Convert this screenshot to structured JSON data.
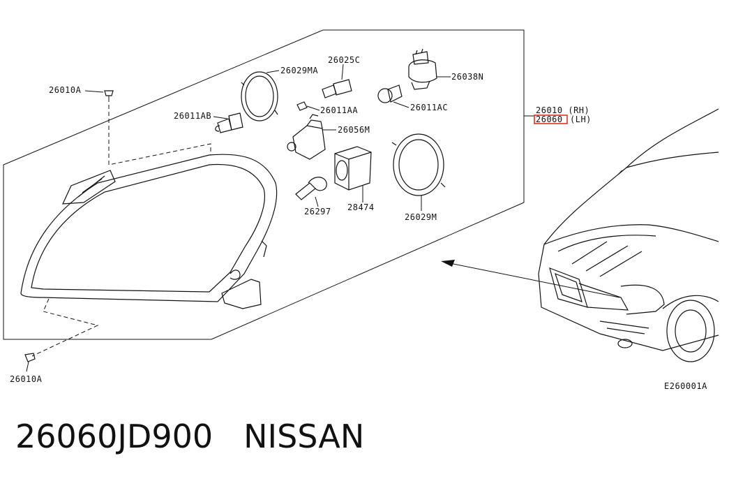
{
  "labels": {
    "bolt_top": "26010A",
    "bolt_bottom": "26010A",
    "bulb_ab": "26011AB",
    "ring_ma": "26029MA",
    "socket_c": "26025C",
    "bulb_aa": "26011AA",
    "bulb_ac": "26011AC",
    "socket_bn": "26038N",
    "actuator": "26056M",
    "bulb_297": "26297",
    "ballast": "28474",
    "ring_m": "26029M",
    "assy_rh": "26010 (RH)",
    "assy_lh_code": "26060",
    "assy_lh_side": "(LH)",
    "diagram_code": "E260001A"
  },
  "highlight_color": "#e0201c",
  "footer": {
    "part_number": "26060JD900",
    "brand": "NISSAN"
  }
}
